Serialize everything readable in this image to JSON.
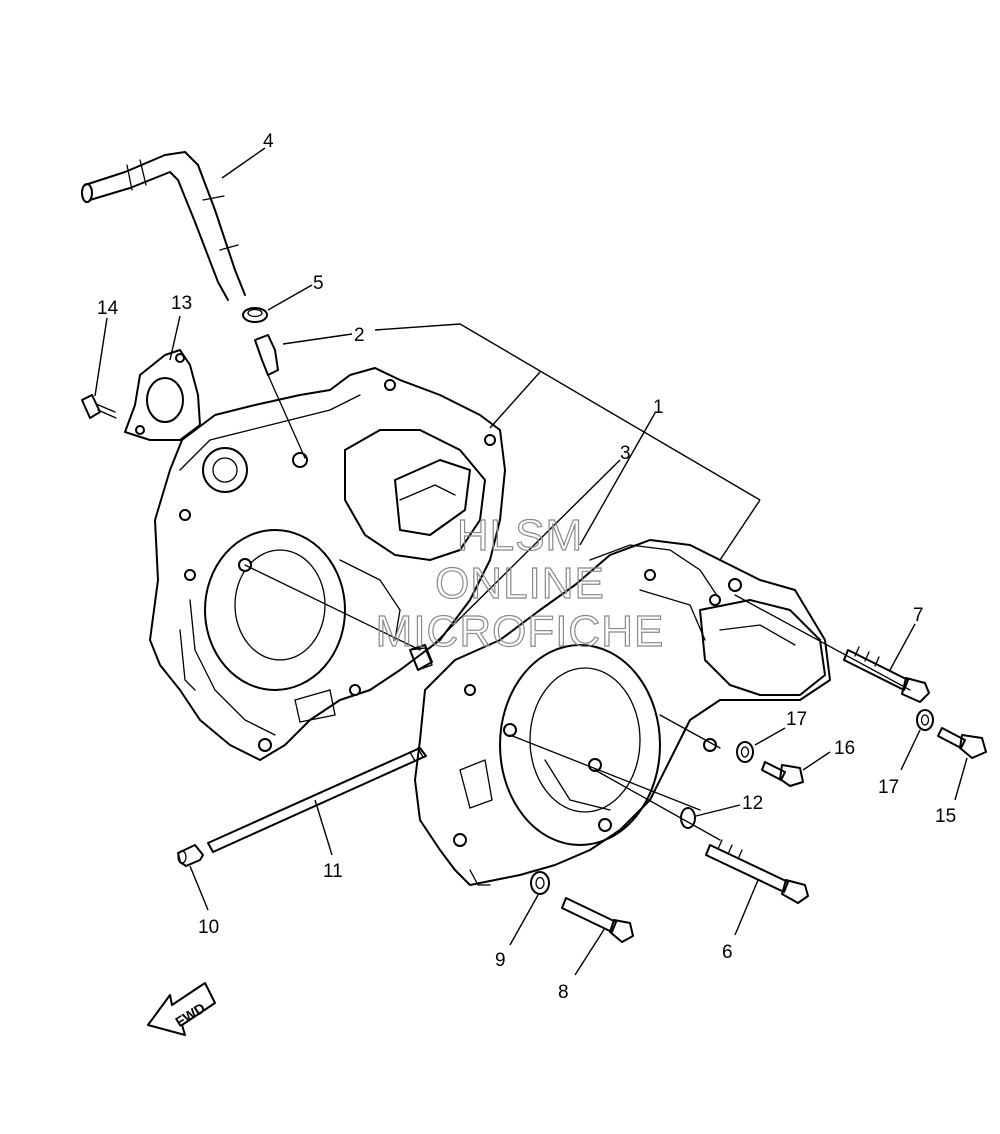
{
  "callouts": [
    {
      "id": "1",
      "label": "1"
    },
    {
      "id": "2",
      "label": "2"
    },
    {
      "id": "3",
      "label": "3"
    },
    {
      "id": "4",
      "label": "4"
    },
    {
      "id": "5",
      "label": "5"
    },
    {
      "id": "6",
      "label": "6"
    },
    {
      "id": "7",
      "label": "7"
    },
    {
      "id": "8",
      "label": "8"
    },
    {
      "id": "9",
      "label": "9"
    },
    {
      "id": "10",
      "label": "10"
    },
    {
      "id": "11",
      "label": "11"
    },
    {
      "id": "12",
      "label": "12"
    },
    {
      "id": "13",
      "label": "13"
    },
    {
      "id": "14",
      "label": "14"
    },
    {
      "id": "15",
      "label": "15"
    },
    {
      "id": "16",
      "label": "16"
    },
    {
      "id": "17a",
      "label": "17"
    },
    {
      "id": "17b",
      "label": "17"
    }
  ],
  "watermark": {
    "line1": "HLSM",
    "line2": "ONLINE",
    "line3": "MICROFICHE"
  },
  "direction_arrow": {
    "label": "FWD"
  }
}
